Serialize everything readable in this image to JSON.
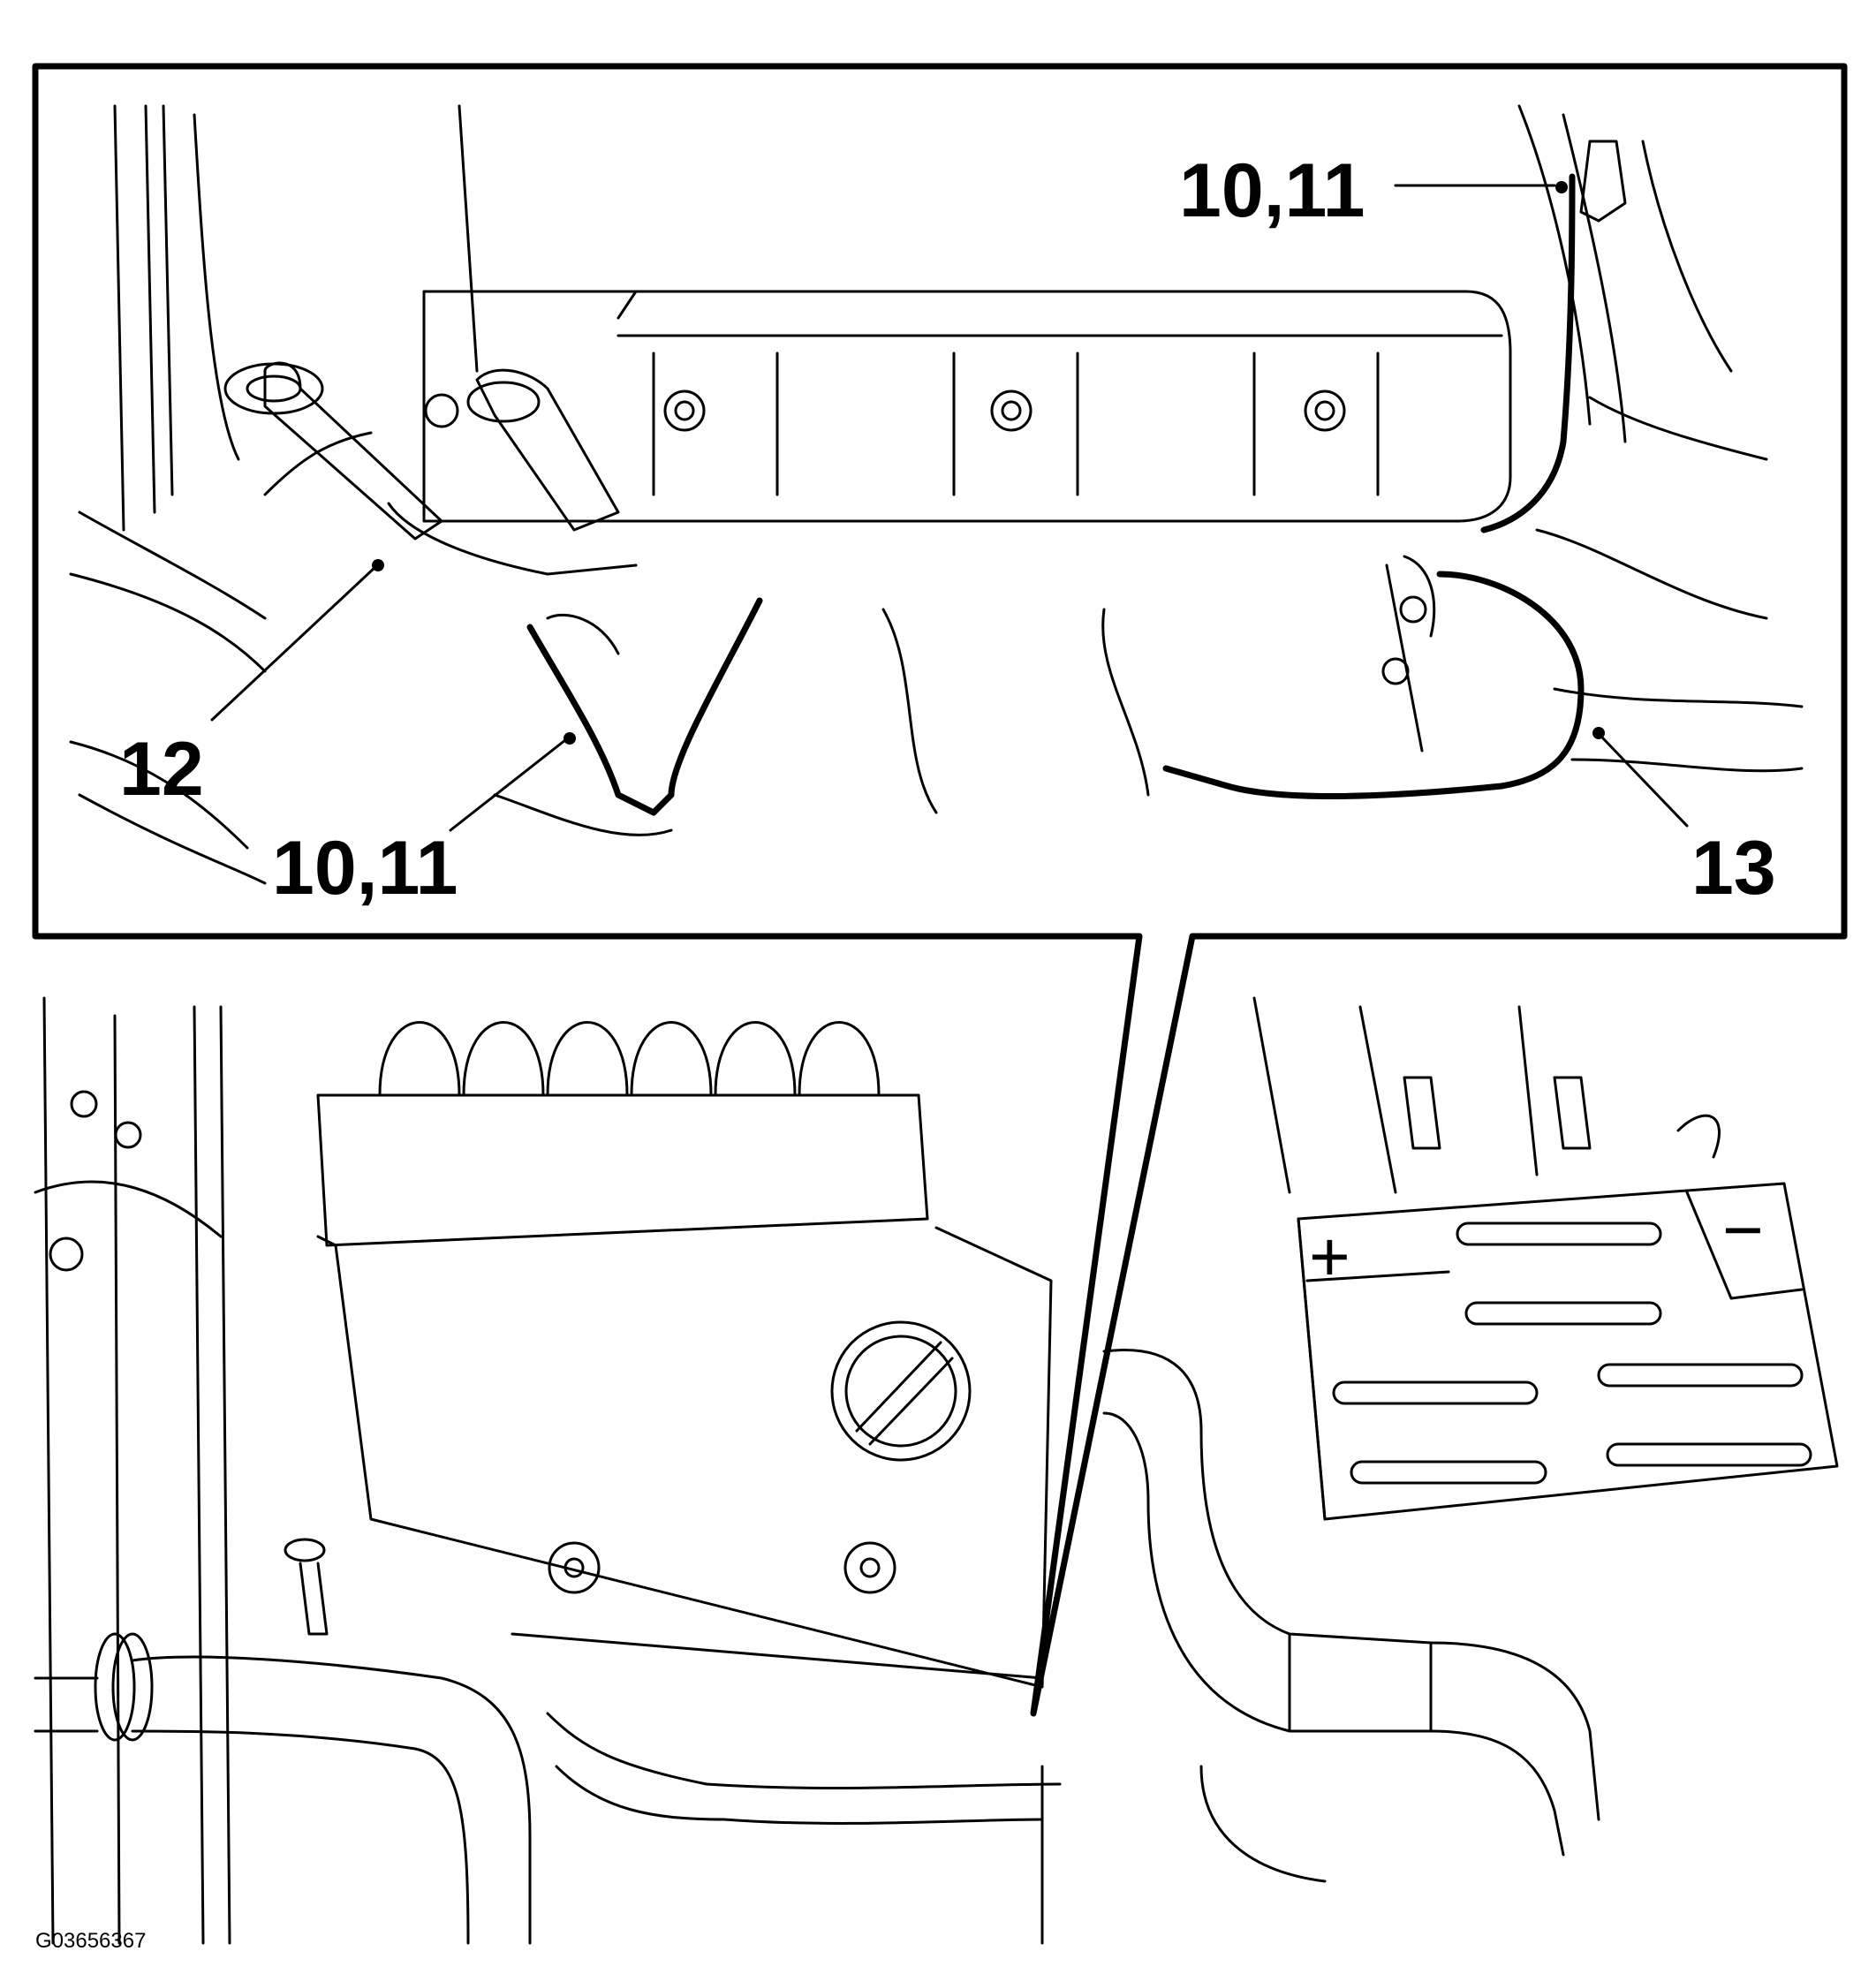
{
  "callouts": {
    "top_right": "10,11",
    "left": "12",
    "bottom_left": "10,11",
    "bottom_right": "13"
  },
  "figure_id": "G03656367",
  "battery_labels": {
    "plus": "+",
    "minus": "−"
  }
}
